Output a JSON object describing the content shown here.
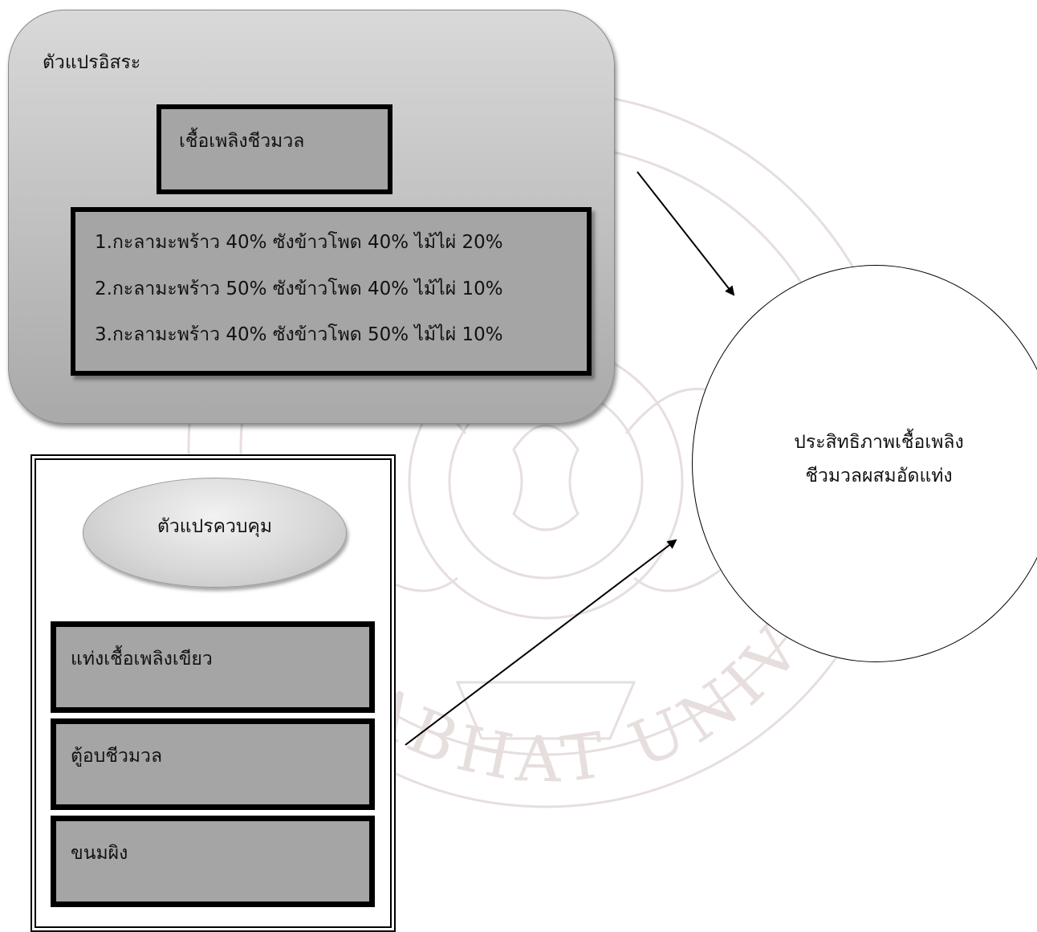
{
  "independent": {
    "title": "ตัวแปรอิสระ",
    "fuel_label": "เชื้อเพลิงชีวมวล",
    "ratios": [
      "1.กะลามะพร้าว 40% ซังข้าวโพด 40% ไม้ไผ่ 20%",
      "2.กะลามะพร้าว 50% ซังข้าวโพด 40% ไม้ไผ่ 10%",
      "3.กะลามะพร้าว 40% ซังข้าวโพด 50% ไม้ไผ่ 10%"
    ]
  },
  "control": {
    "title": "ตัวแปรควบคุม",
    "items": [
      "แท่งเชื้อเพลิงเขียว",
      "ตู้อบชีวมวล",
      "ขนมผิง"
    ]
  },
  "dependent": {
    "line1": "ประสิทธิภาพเชื้อเพลิง",
    "line2": "ชีวมวลผสมอัดแท่ง"
  },
  "watermark": {
    "text": "AJABHAT UNIV"
  }
}
